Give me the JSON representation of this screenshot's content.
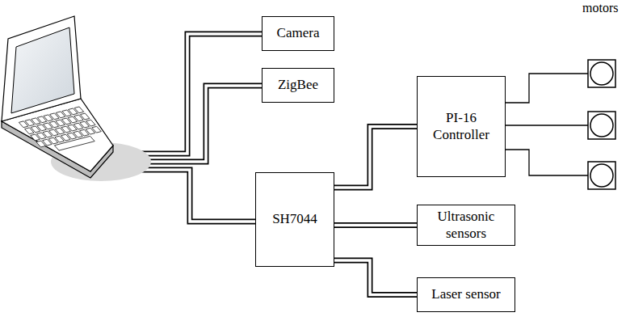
{
  "diagram": {
    "nodes": [
      {
        "text": [
          "Camera"
        ]
      },
      {
        "text": [
          "ZigBee"
        ]
      },
      {
        "text": [
          "PI-16 Controller"
        ]
      },
      {
        "text": [
          "SH7044"
        ]
      },
      {
        "text": [
          "Ultrasonic sensors"
        ]
      },
      {
        "text": [
          "Laser sensor"
        ]
      }
    ],
    "edges": [
      {
        "from": 3,
        "to": 2,
        "arrow": "none"
      },
      {
        "from": 3,
        "to": 4,
        "arrow": "none"
      },
      {
        "from": 3,
        "to": 5,
        "arrow": "none"
      }
    ],
    "labels": [
      "motors"
    ]
  }
}
